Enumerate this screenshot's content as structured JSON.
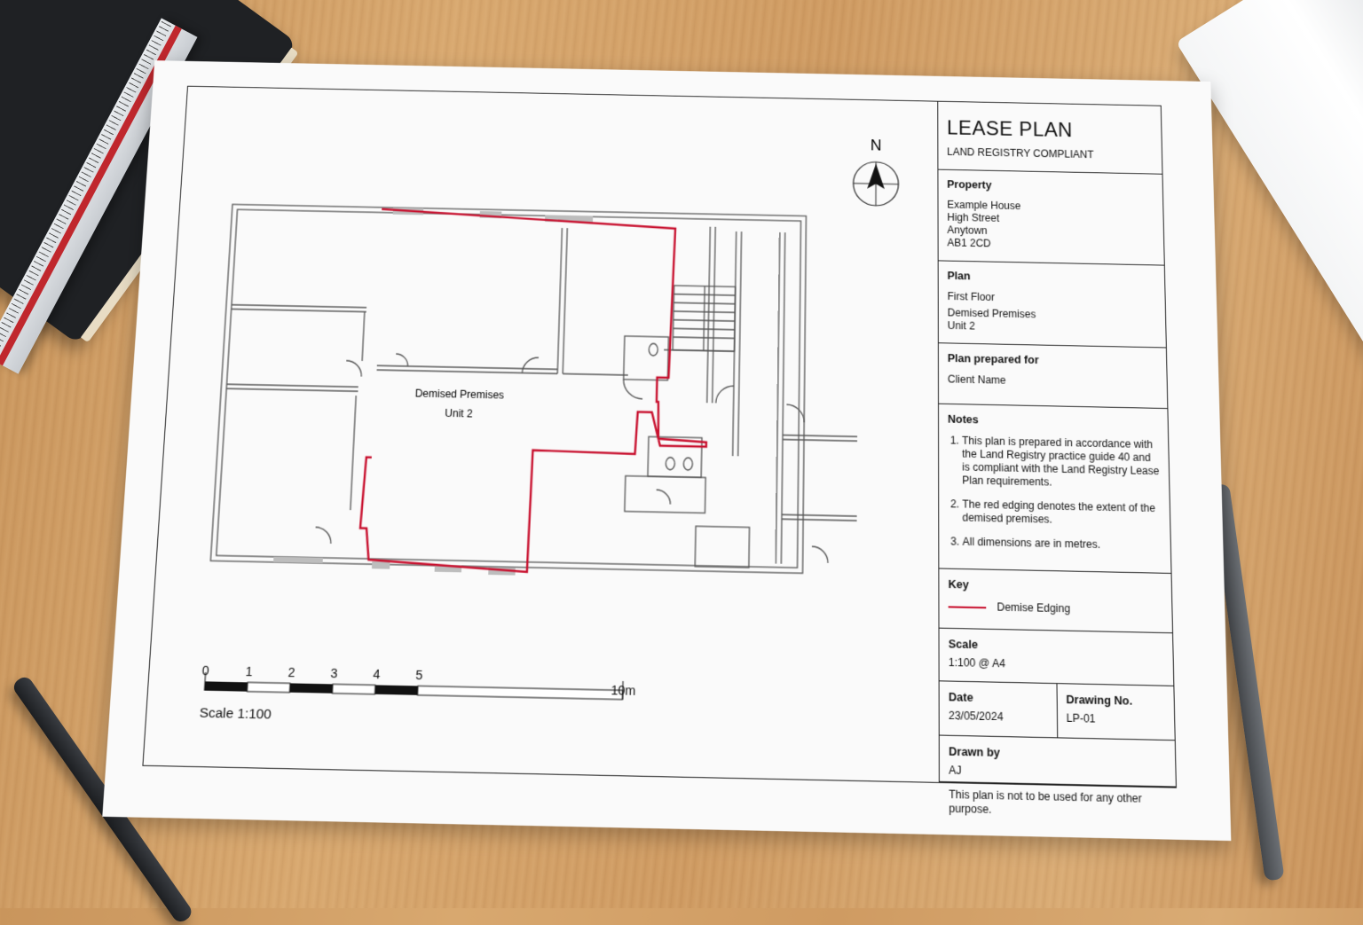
{
  "title_block": {
    "title": "LEASE PLAN",
    "subtitle": "LAND REGISTRY COMPLIANT",
    "property": {
      "heading": "Property",
      "lines": [
        "Example House",
        "High Street",
        "Anytown",
        "AB1 2CD"
      ]
    },
    "plan": {
      "heading": "Plan",
      "lines": [
        "First Floor",
        "Demised Premises",
        "Unit 2"
      ]
    },
    "prepared_for": {
      "heading": "Plan prepared for",
      "value": "Client Name"
    },
    "notes": {
      "heading": "Notes",
      "items": [
        "This plan is prepared in accordance with the Land Registry practice guide 40 and is compliant with the Land Registry Lease Plan requirements.",
        "The red edging denotes the extent of the demised premises.",
        "All dimensions are in metres."
      ]
    },
    "key": {
      "heading": "Key",
      "label": "Demise Edging",
      "color": "#c8102e"
    },
    "scale": {
      "heading": "Scale",
      "value": "1:100 @ A4"
    },
    "date": {
      "heading": "Date",
      "value": "23/05/2024"
    },
    "drawing_no": {
      "heading": "Drawing No.",
      "value": "LP-01"
    },
    "drawn_by": {
      "heading": "Drawn by",
      "value": "AJ"
    },
    "disclaimer": "This plan is not to be used for any other purpose."
  },
  "north": {
    "label": "N",
    "icon": "north-arrow-icon"
  },
  "plan_labels": {
    "line1": "Demised Premises",
    "line2": "Unit 2"
  },
  "scale_bar": {
    "ticks": [
      "0",
      "1",
      "2",
      "3",
      "4",
      "5",
      "10m"
    ],
    "caption": "Scale 1:100"
  }
}
